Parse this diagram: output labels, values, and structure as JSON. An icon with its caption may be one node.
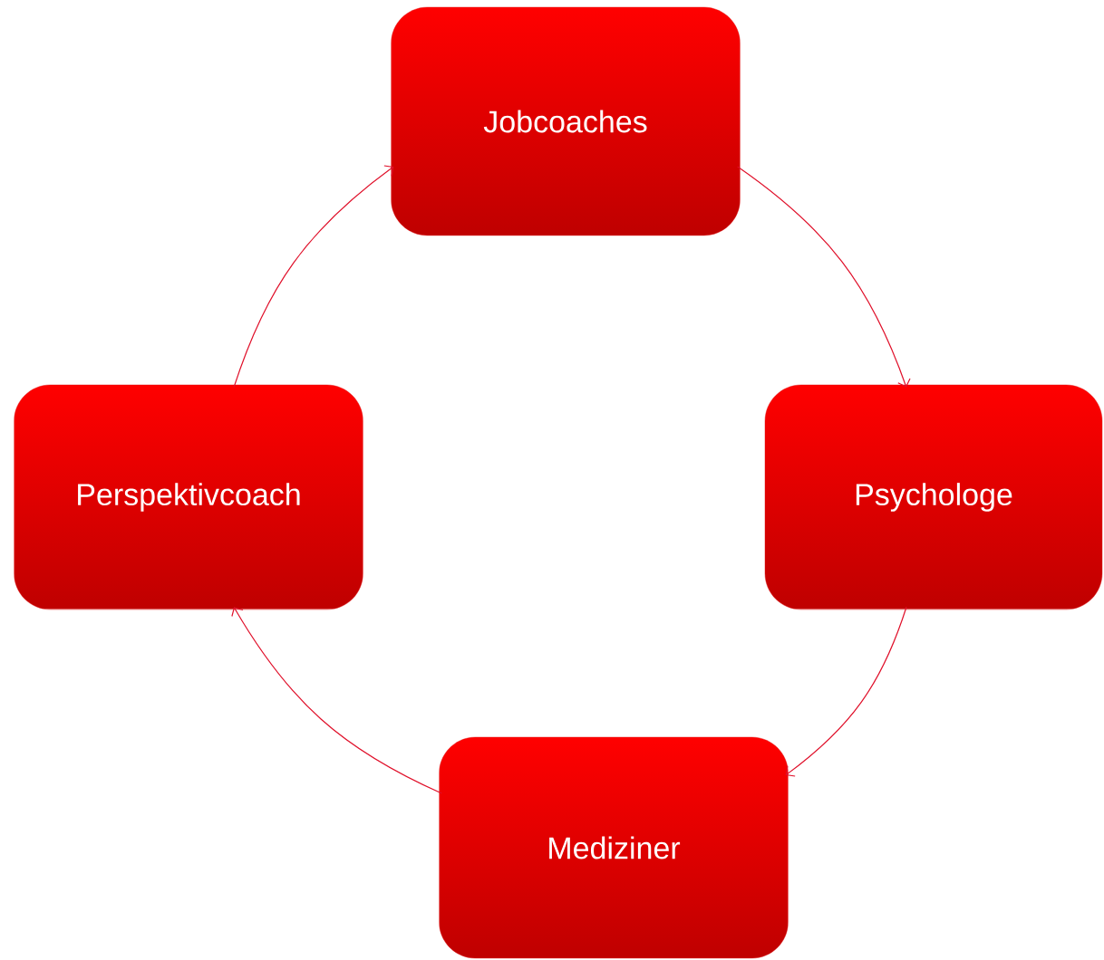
{
  "diagram": {
    "nodes": [
      {
        "text": [
          "Jobcoaches"
        ]
      },
      {
        "text": [
          "Psychologe"
        ]
      },
      {
        "text": [
          "Mediziner"
        ]
      },
      {
        "text": [
          "Perspektivcoach"
        ]
      }
    ],
    "edges": [
      {
        "from": 0,
        "to": 1,
        "arrow": "to"
      },
      {
        "from": 1,
        "to": 2,
        "arrow": "to"
      },
      {
        "from": 2,
        "to": 3,
        "arrow": "to"
      },
      {
        "from": 3,
        "to": 0,
        "arrow": "to"
      }
    ]
  }
}
